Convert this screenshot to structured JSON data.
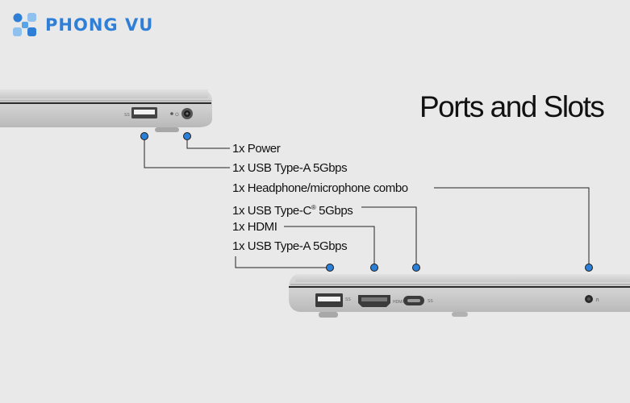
{
  "brand": {
    "name": "PHONG VU",
    "color": "#2f7fd6"
  },
  "headline": "Ports and Slots",
  "accent_color": "#2b7fd6",
  "ports": [
    {
      "label": "1x Power"
    },
    {
      "label": "1x USB Type-A 5Gbps"
    },
    {
      "label": "1x Headphone/microphone combo"
    },
    {
      "label": "1x USB Type-C",
      "superscript": "®",
      "suffix": " 5Gbps"
    },
    {
      "label": "1x HDMI"
    },
    {
      "label": "1x USB Type-A 5Gbps"
    }
  ]
}
